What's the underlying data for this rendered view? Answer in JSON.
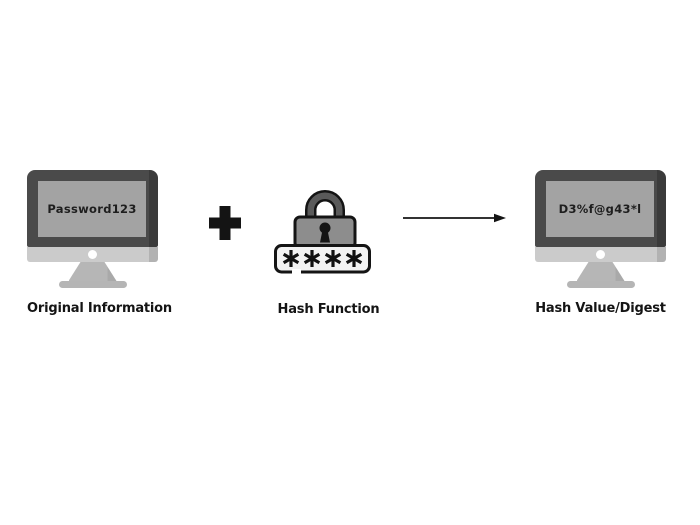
{
  "diagram": {
    "left": {
      "screen_text": "Password123",
      "label": "Original Information"
    },
    "operator": {
      "symbol": "+"
    },
    "hash_function": {
      "label": "Hash Function",
      "mask": "****"
    },
    "right": {
      "screen_text": "D3%f@g43*l",
      "label": "Hash Value/Digest"
    },
    "colors": {
      "background": "#ffffff",
      "monitor_bezel": "#4a4a4a",
      "monitor_bezel_shadow": "#3b3b3b",
      "monitor_screen": "#a3a3a3",
      "monitor_chin": "#cbcbcb",
      "monitor_stand": "#b5b5b5",
      "lock_body": "#8d8d8d",
      "lock_shackle": "#5a5a5a",
      "password_field": "#f2f2f2",
      "outline": "#141414",
      "text": "#141414"
    }
  }
}
